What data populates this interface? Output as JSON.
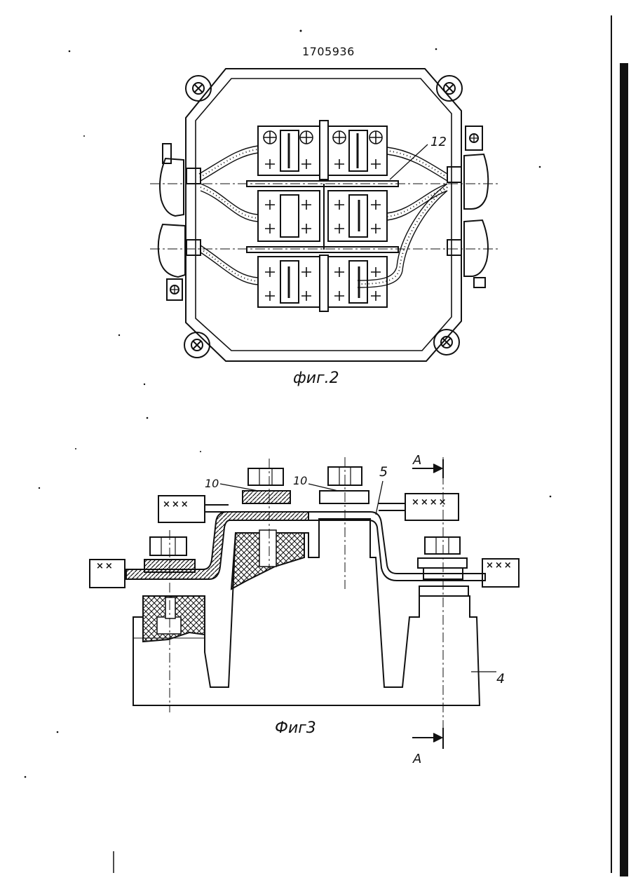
{
  "document": {
    "number": "1705936"
  },
  "figure2": {
    "caption": "фиг.2",
    "callouts": {
      "part_12": "12"
    }
  },
  "figure3": {
    "caption": "Фиг3",
    "callouts": {
      "part_10_left": "10",
      "part_10_right": "10",
      "part_5": "5",
      "part_4": "4"
    },
    "section_marks": {
      "top": "A",
      "bottom": "A"
    },
    "cable_marks": {
      "left_upper": "×××",
      "right_upper": "××××",
      "left_lower": "××",
      "right_lower": "×××"
    }
  }
}
